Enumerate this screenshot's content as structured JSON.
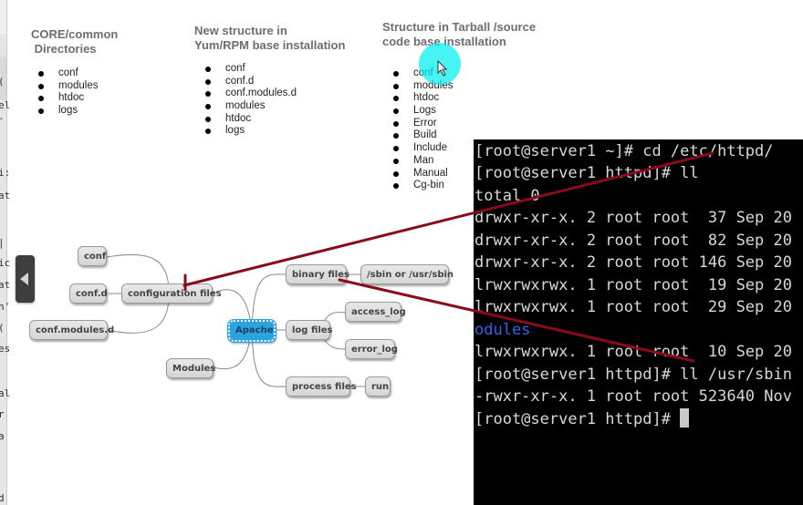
{
  "columns": [
    {
      "title_lines": [
        "CORE/common",
        " Directories"
      ],
      "items": [
        "conf",
        "modules",
        "htdoc",
        "logs"
      ]
    },
    {
      "title_lines": [
        "New structure in",
        "Yum/RPM base installation"
      ],
      "items": [
        "conf",
        "conf.d",
        "conf.modules.d",
        "modules",
        "htdoc",
        "logs"
      ]
    },
    {
      "title_lines": [
        "Structure in Tarball /source",
        "code base installation"
      ],
      "items": [
        "conf",
        "modules",
        "htdoc",
        "Logs",
        "Error",
        "Build",
        "Include",
        "Man",
        "Manual",
        "Cg-bin"
      ]
    }
  ],
  "mindmap": {
    "root": "Apache",
    "nodes": {
      "conf": "conf",
      "conf_d": "conf.d",
      "conf_modules_d": "conf.modules.d",
      "configuration_files": "configuration files",
      "modules": "Modules",
      "binary_files": "binary files",
      "sbin": "/sbin  or /usr/sbin",
      "log_files": "log files",
      "access_log": "access_log",
      "error_log": "error_log",
      "process_files": "process files",
      "run": "run"
    }
  },
  "terminal": {
    "lines": [
      "[root@server1 ~]# cd /etc/httpd/",
      "[root@server1 httpd]# ll",
      "total 0",
      "drwxr-xr-x. 2 root root  37 Sep 20",
      "drwxr-xr-x. 2 root root  82 Sep 20",
      "drwxr-xr-x. 2 root root 146 Sep 20",
      "lrwxrwxrwx. 1 root root  19 Sep 20",
      "lrwxrwxrwx. 1 root root  29 Sep 20",
      "odules",
      "lrwxrwxrwx. 1 root root  10 Sep 20",
      "[root@server1 httpd]# ll /usr/sbin",
      "-rwxr-xr-x. 1 root root 523640 Nov",
      "[root@server1 httpd]# "
    ]
  },
  "left_strip_chars": [
    "(",
    "el",
    "-",
    "i:",
    "at",
    "|",
    "ic",
    "at",
    "n'",
    "(",
    "es",
    "al",
    "r",
    "a",
    "d"
  ],
  "colors": {
    "annotation": "#8b0a1a",
    "root_node": "#2ba3e0",
    "terminal_bg": "#000000",
    "terminal_fg": "#d8d8d8",
    "terminal_link": "#2f63f0",
    "cursor_highlight": "#00f0f0"
  }
}
